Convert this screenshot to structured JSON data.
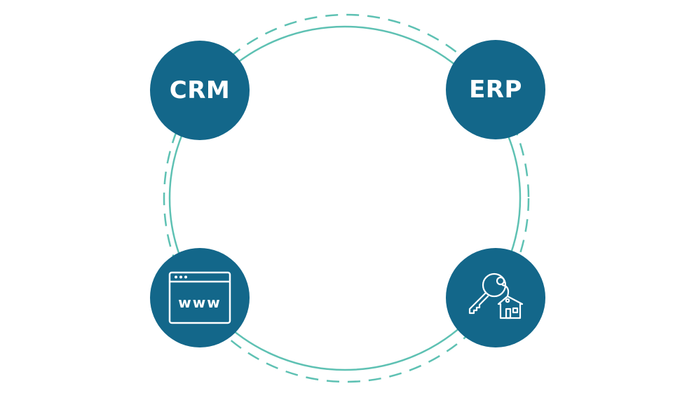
{
  "diagram": {
    "nodes": {
      "crm": {
        "label": "CRM",
        "icon": "crm-text"
      },
      "erp": {
        "label": "ERP",
        "icon": "erp-text"
      },
      "web": {
        "label": "www",
        "icon": "browser-window-icon"
      },
      "keys": {
        "icon": "house-keys-icon"
      }
    }
  },
  "colors": {
    "node_fill": "#13678a",
    "ring_color": "#5ec1b3",
    "background": "#ffffff",
    "icon_stroke": "#ffffff"
  }
}
